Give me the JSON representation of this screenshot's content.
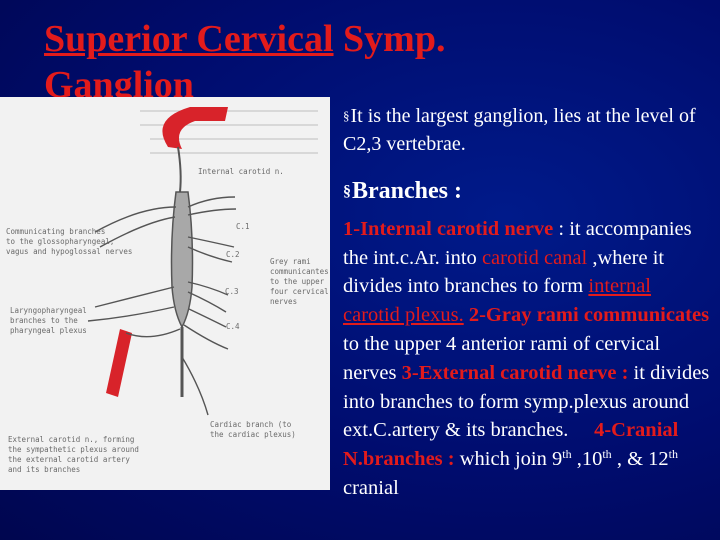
{
  "slide": {
    "title_part1": "Superior Cervical",
    "title_part2": " Symp.",
    "title_line2": "Ganglion",
    "intro_bullet": "§",
    "intro_text": "It is the largest ganglion, lies at the level of C2,3 vertebrae.",
    "branches_bullet": "§",
    "branches_label": "Branches :",
    "b1_name": "1-Internal carotid nerve",
    "b1_colon": " : it",
    "b1_text": "accompanies the int.c.Ar. into",
    "b1_carotid": "carotid",
    "b1_canal": "canal",
    "b1_text2": ",where it divides into branches to form",
    "b1_plexus": "internal carotid plexus.",
    "b2_name": "2-Gray rami communicates",
    "b2_text": "to the upper 4 anterior rami of cervical nerves",
    "b3_name": "3-External carotid nerve :",
    "b3_text": "it divides into branches to form symp.plexus around ext.C.artery & its branches.",
    "b4_name": "4-Cranial N.branches",
    "b4_colon": ":",
    "b4_text_a": "which join 9",
    "b4_sup1": "th",
    "b4_text_b": ",10",
    "b4_sup2": "th",
    "b4_text_c": ", & 12",
    "b4_sup3": "th",
    "b4_text_d": "cranial"
  },
  "figure": {
    "label_internal_carotid": "Internal carotid n.",
    "label_c1": "C.1",
    "label_c2": "C.2",
    "label_c3": "C.3",
    "label_c4": "C.4",
    "label_comm_1": "Communicating branches",
    "label_comm_2": "to the glossopharyngeal,",
    "label_comm_3": "vagus and hypoglossal nerves",
    "label_gray_1": "Grey rami",
    "label_gray_2": "communicantes",
    "label_gray_3": "to the upper",
    "label_gray_4": "four cervical",
    "label_gray_5": "nerves",
    "label_laryngo_1": "Laryngopharyngeal",
    "label_laryngo_2": "branches to the",
    "label_laryngo_3": "pharyngeal plexus",
    "label_cardiac_1": "Cardiac branch (to",
    "label_cardiac_2": "the cardiac plexus)",
    "label_ext_1": "External carotid n., forming",
    "label_ext_2": "the sympathetic plexus around",
    "label_ext_3": "the external carotid artery",
    "label_ext_4": "and its branches",
    "artery_color": "#d8232a"
  }
}
